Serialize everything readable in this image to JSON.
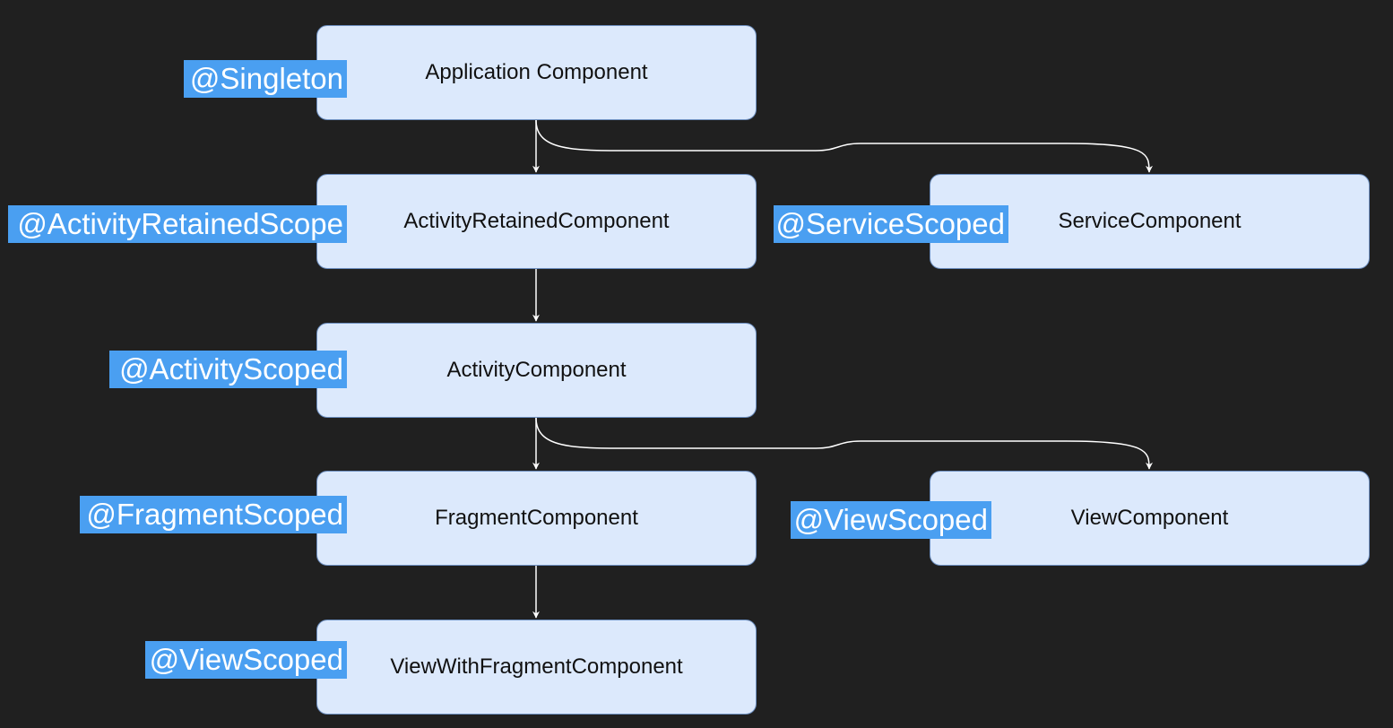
{
  "colors": {
    "background": "#202020",
    "node_fill": "#dce9fc",
    "node_border": "#6c8ebf",
    "scope_label_fill": "#4a9ff1",
    "edge": "#ffffff"
  },
  "nodes": [
    {
      "id": "application",
      "label": "Application Component",
      "scope": "@Singleton"
    },
    {
      "id": "activity-retained",
      "label": "ActivityRetainedComponent",
      "scope": "@ActivityRetainedScope"
    },
    {
      "id": "service",
      "label": "ServiceComponent",
      "scope": "@ServiceScoped"
    },
    {
      "id": "activity",
      "label": "ActivityComponent",
      "scope": "@ActivityScoped"
    },
    {
      "id": "fragment",
      "label": "FragmentComponent",
      "scope": "@FragmentScoped"
    },
    {
      "id": "view",
      "label": "ViewComponent",
      "scope": "@ViewScoped"
    },
    {
      "id": "view-with-fragment",
      "label": "ViewWithFragmentComponent",
      "scope": "@ViewScoped"
    }
  ],
  "edges": [
    {
      "from": "application",
      "to": "activity-retained"
    },
    {
      "from": "application",
      "to": "service"
    },
    {
      "from": "activity-retained",
      "to": "activity"
    },
    {
      "from": "activity",
      "to": "fragment"
    },
    {
      "from": "activity",
      "to": "view"
    },
    {
      "from": "fragment",
      "to": "view-with-fragment"
    }
  ]
}
